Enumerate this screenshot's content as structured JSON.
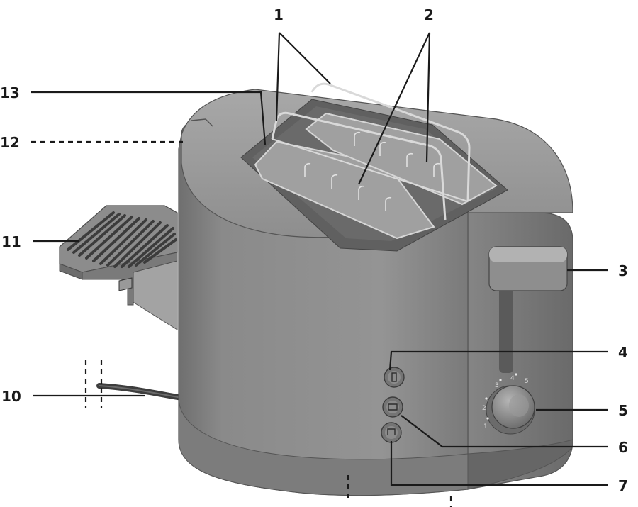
{
  "callouts": {
    "c1": "1",
    "c2": "2",
    "c3": "3",
    "c4": "4",
    "c5": "5",
    "c6": "6",
    "c7": "7",
    "c10": "10",
    "c11": "11",
    "c12": "12",
    "c13": "13"
  },
  "dial": {
    "n1": "1",
    "n2": "2",
    "n3": "3",
    "n4": "4",
    "n5": "5"
  },
  "colors": {
    "body": "#8d8d8d",
    "body_dark": "#6f6f6f",
    "top": "#9c9c9c",
    "slot_border": "#5e5e5e",
    "slot_inner": "#a8a8a8",
    "ink": "#1a1a1a"
  },
  "icons": {
    "button4": "stop-icon",
    "button6": "defrost-icon",
    "button7": "reheat-icon"
  }
}
